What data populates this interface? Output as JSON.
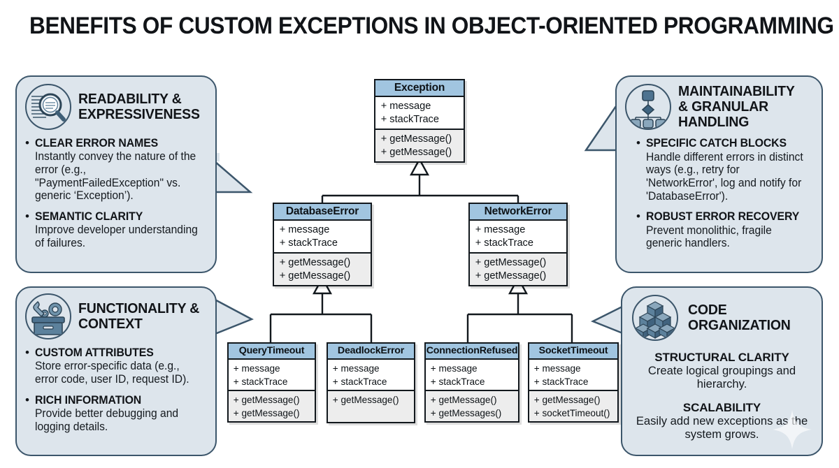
{
  "page": {
    "title": "BENEFITS OF CUSTOM EXCEPTIONS IN OBJECT-ORIENTED PROGRAMMING",
    "background": "#ffffff",
    "accent_header": "#a1c5e0",
    "callout_bg": "#dde5ec",
    "callout_border": "#3c566b",
    "line_color": "#12181d"
  },
  "callouts": [
    {
      "id": "readability",
      "icon": "document-magnifier-icon",
      "title": "READABILITY & EXPRESSIVENESS",
      "align": "left",
      "items": [
        {
          "heading": "CLEAR ERROR NAMES",
          "text": "Instantly convey the nature of the error (e.g., \"PaymentFailedException\" vs. generic ‘Exception’)."
        },
        {
          "heading": "SEMANTIC CLARITY",
          "text": "Improve developer understanding of failures."
        }
      ]
    },
    {
      "id": "maintainability",
      "icon": "hierarchy-flowchart-icon",
      "title": "MAINTAINABILITY & GRANULAR HANDLING",
      "align": "left",
      "items": [
        {
          "heading": "SPECIFIC CATCH BLOCKS",
          "text": "Handle different errors in distinct ways (e.g., retry for 'NetworkError', log and notify for 'DatabaseError')."
        },
        {
          "heading": "ROBUST ERROR RECOVERY",
          "text": "Prevent monolithic, fragile generic handlers."
        }
      ]
    },
    {
      "id": "functionality",
      "icon": "toolbox-gear-wrench-icon",
      "title": "FUNCTIONALITY & CONTEXT",
      "align": "left",
      "items": [
        {
          "heading": "CUSTOM ATTRIBUTES",
          "text": "Store error-specific data (e.g., error code, user ID, request ID)."
        },
        {
          "heading": "RICH INFORMATION",
          "text": "Provide better debugging and logging details."
        }
      ]
    },
    {
      "id": "organization",
      "icon": "stacked-cubes-icon",
      "title": "CODE ORGANIZATION",
      "align": "center",
      "items": [
        {
          "heading": "STRUCTURAL CLARITY",
          "text": "Create logical groupings and hierarchy."
        },
        {
          "heading": "SCALABILITY",
          "text": "Easily add new exceptions as the system grows."
        }
      ]
    }
  ],
  "diagram": {
    "type": "uml-class-hierarchy",
    "classes": [
      {
        "id": "exception",
        "name": "Exception",
        "attributes": [
          "+ message",
          "+ stackTrace"
        ],
        "methods": [
          "+ getMessage()",
          "+ getMessage()"
        ]
      },
      {
        "id": "database-error",
        "name": "DatabaseError",
        "attributes": [
          "+ message",
          "+ stackTrace"
        ],
        "methods": [
          "+ getMessage()",
          "+ getMessage()"
        ]
      },
      {
        "id": "network-error",
        "name": "NetworkError",
        "attributes": [
          "+ message",
          "+ stackTrace"
        ],
        "methods": [
          "+ getMessage()",
          "+ getMessage()"
        ]
      },
      {
        "id": "query-timeout",
        "name": "QueryTimeout",
        "attributes": [
          "+ message",
          "+ stackTrace"
        ],
        "methods": [
          "+ getMessage()",
          "+ getMessage()"
        ]
      },
      {
        "id": "deadlock-error",
        "name": "DeadlockError",
        "attributes": [
          "+ message",
          "+ stackTrace"
        ],
        "methods": [
          "+ getMessage()"
        ]
      },
      {
        "id": "connection-refused",
        "name": "ConnectionRefused",
        "attributes": [
          "+ message",
          "+ stackTrace"
        ],
        "methods": [
          "+ getMessage()",
          "+ getMessages()"
        ]
      },
      {
        "id": "socket-timeout",
        "name": "SocketTimeout",
        "attributes": [
          "+ message",
          "+ stackTrace"
        ],
        "methods": [
          "+ getMessage()",
          "+ socketTimeout()"
        ]
      }
    ],
    "inheritance": [
      {
        "child": "database-error",
        "parent": "exception"
      },
      {
        "child": "network-error",
        "parent": "exception"
      },
      {
        "child": "query-timeout",
        "parent": "database-error"
      },
      {
        "child": "deadlock-error",
        "parent": "database-error"
      },
      {
        "child": "connection-refused",
        "parent": "network-error"
      },
      {
        "child": "socket-timeout",
        "parent": "network-error"
      }
    ]
  }
}
